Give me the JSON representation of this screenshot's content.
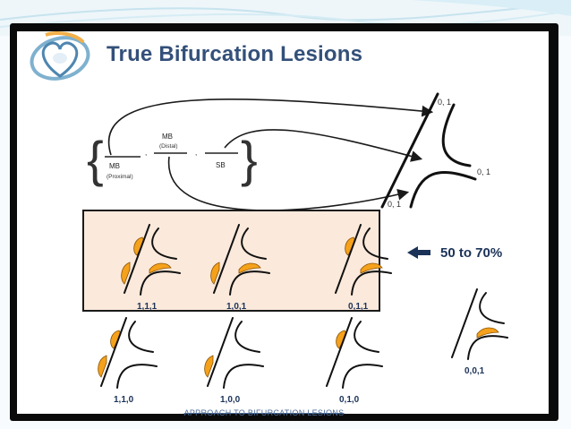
{
  "slide": {
    "title": "True Bifurcation Lesions",
    "footer": "APPROACH TO BIFURCATION LESIONS"
  },
  "notation": {
    "open_brace": "{",
    "close_brace": "}",
    "mb_distal_label": "MB",
    "mb_distal_sub": "(Distal)",
    "mb_proximal_label": "MB",
    "mb_proximal_sub": "(Proximal)",
    "sb_label": "SB",
    "comma_1": ",",
    "comma_2": ","
  },
  "reference": {
    "label_top": "0, 1",
    "label_right": "0, 1",
    "label_bottom": "0, 1"
  },
  "callout": {
    "text": "50 to 70%"
  },
  "lesion_types": [
    {
      "code": "1,1,1",
      "highlighted": true
    },
    {
      "code": "1,0,1",
      "highlighted": true
    },
    {
      "code": "0,1,1",
      "highlighted": true
    },
    {
      "code": "1,1,0",
      "highlighted": false
    },
    {
      "code": "1,0,0",
      "highlighted": false
    },
    {
      "code": "0,1,0",
      "highlighted": false
    },
    {
      "code": "0,0,1",
      "highlighted": false
    }
  ],
  "colors": {
    "title": "#33507a",
    "plaque": "#f5a11b",
    "highlight_fill": "#fbe9db",
    "highlight_border": "#1a1a1a",
    "frame": "#0a0a0a",
    "footer": "#4d6d9a"
  }
}
